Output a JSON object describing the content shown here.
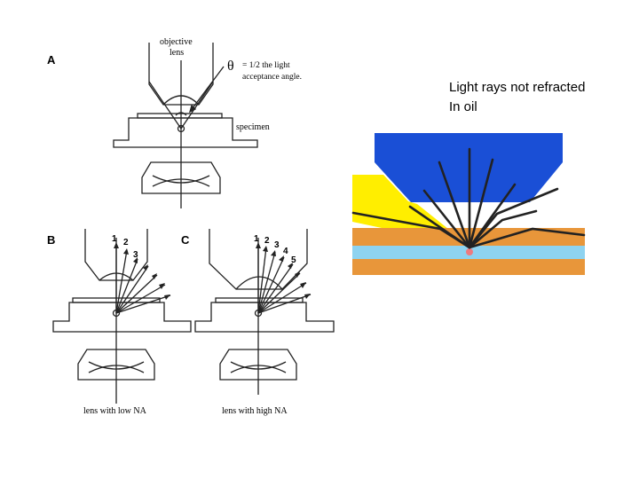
{
  "panels": {
    "a": {
      "letter": "A",
      "objective_label_1": "objective",
      "objective_label_2": "lens",
      "theta_symbol": "θ",
      "theta_note_1": "= 1/2 the light",
      "theta_note_2": "acceptance angle.",
      "specimen_label": "specimen"
    },
    "b": {
      "letter": "B",
      "rays": [
        "1",
        "2",
        "3"
      ],
      "caption": "lens with low NA"
    },
    "c": {
      "letter": "C",
      "rays": [
        "1",
        "2",
        "3",
        "4",
        "5"
      ],
      "caption": "lens with high NA"
    }
  },
  "oil_figure": {
    "caption_line1": "Light rays not refracted",
    "caption_line2": "In oil",
    "colors": {
      "objective": "#1a4fd6",
      "oil": "#ffee00",
      "slide": "#e8963a",
      "specimen": "#8ed3f0",
      "rays": "#222222"
    }
  }
}
